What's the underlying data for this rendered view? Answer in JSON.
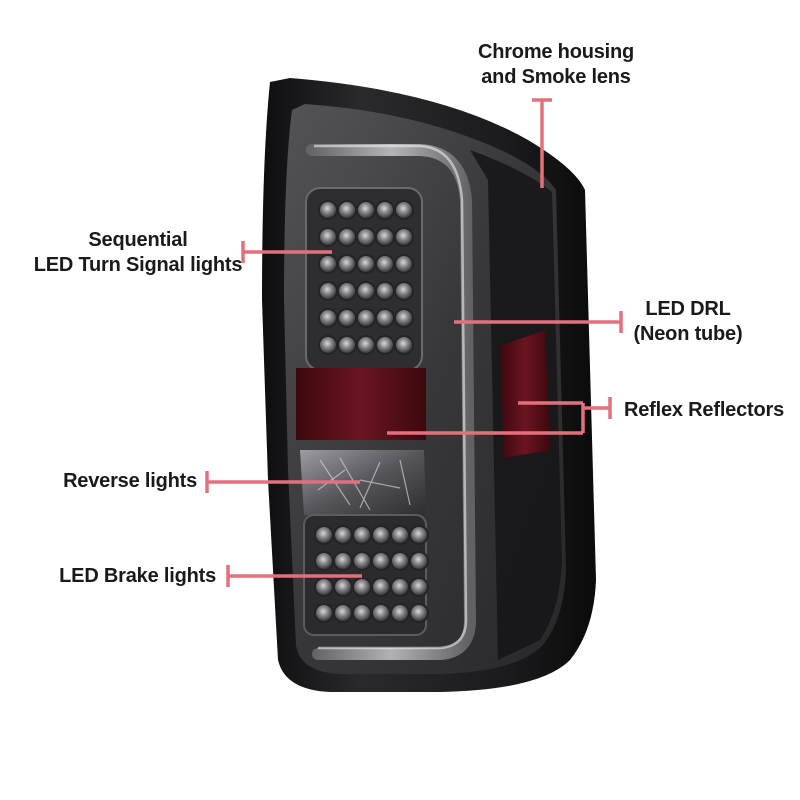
{
  "colors": {
    "leader": "#e3707c",
    "housing": "#1f1f21",
    "lens": "#4c4c50",
    "reflector": "#5a0f17",
    "text": "#1a1a1a"
  },
  "labels": {
    "housing_line1": "Chrome housing",
    "housing_line2": "and Smoke lens",
    "turn_line1": "Sequential",
    "turn_line2": "LED Turn Signal lights",
    "drl_line1": "LED DRL",
    "drl_line2": "(Neon tube)",
    "reflex": "Reflex Reflectors",
    "reverse": "Reverse lights",
    "brake": "LED Brake lights"
  }
}
